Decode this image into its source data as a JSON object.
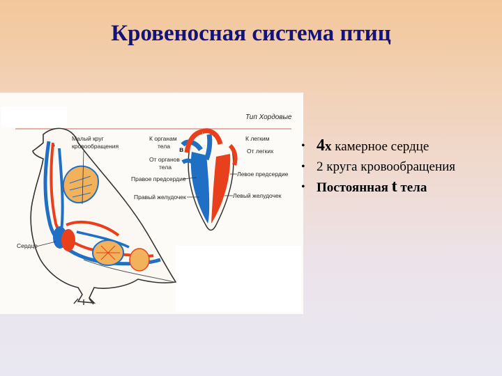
{
  "slide": {
    "title": "Кровеносная система птиц"
  },
  "figure": {
    "header": "Тип Хордовые",
    "labels": {
      "small_circle_1": "Малый круг",
      "small_circle_2": "кровообращения",
      "heart": "Сердце",
      "to_organs_1": "К органам",
      "to_organs_2": "тела",
      "from_organs_1": "От органов",
      "from_organs_2": "тела",
      "right_atrium": "Правое предсердие",
      "right_ventricle": "Правый желудочек",
      "to_lungs": "К легким",
      "from_lungs": "От легких",
      "left_atrium": "Левое предсердие",
      "left_ventricle": "Левый желудочек",
      "letter_b": "в"
    },
    "colors": {
      "arterial": "#e8401c",
      "venous": "#1f6fc4",
      "lung": "#f2b25c",
      "outline": "#333333"
    }
  },
  "bullets": [
    {
      "bold_part": "4",
      "bold_suffix": "х",
      "text": " камерное сердце",
      "style": "big-number"
    },
    {
      "text": "2 круга кровообращения",
      "style": "plain"
    },
    {
      "prefix": "Постоянная ",
      "big": "t",
      "suffix": " тела",
      "style": "bold"
    }
  ],
  "bullet_symbol": "•"
}
